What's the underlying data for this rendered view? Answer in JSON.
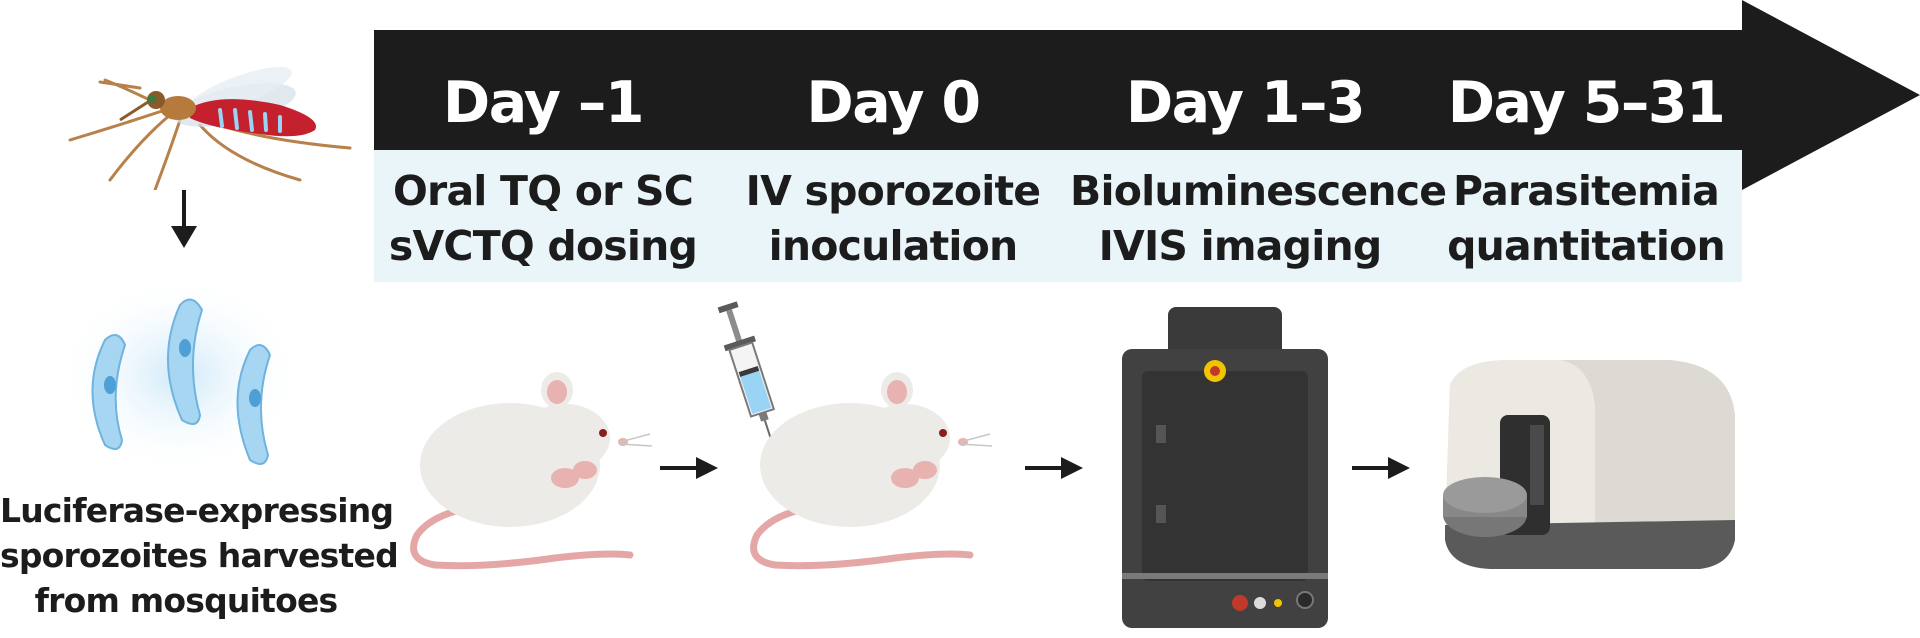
{
  "timeline": {
    "steps": [
      {
        "day": "Day –1",
        "line1": "Oral TQ or SC",
        "line2": "sVCTQ dosing"
      },
      {
        "day": "Day 0",
        "line1": "IV sporozoite",
        "line2": "inoculation"
      },
      {
        "day": "Day 1–3",
        "line1": "Bioluminescence",
        "line2": "IVIS imaging"
      },
      {
        "day": "Day 5–31",
        "line1": "Parasitemia",
        "line2": "quantitation"
      }
    ]
  },
  "left_panel": {
    "caption_line1": "Luciferase-expressing",
    "caption_line2": "sporozoites harvested",
    "caption_line3": "from mosquitoes"
  },
  "icons": [
    "mosquito-icon",
    "down-arrow-icon",
    "sporozoite-icon",
    "mouse-icon",
    "syringe-icon",
    "right-arrow-icon",
    "ivis-imager-icon",
    "hematology-analyzer-icon"
  ],
  "colors": {
    "arrow": "#1c1c1c",
    "band": "#e9f5f9",
    "sporozoite": "#8cc8ec",
    "mouse_body": "#ecebe8",
    "mouse_tail": "#e4a7a5"
  }
}
